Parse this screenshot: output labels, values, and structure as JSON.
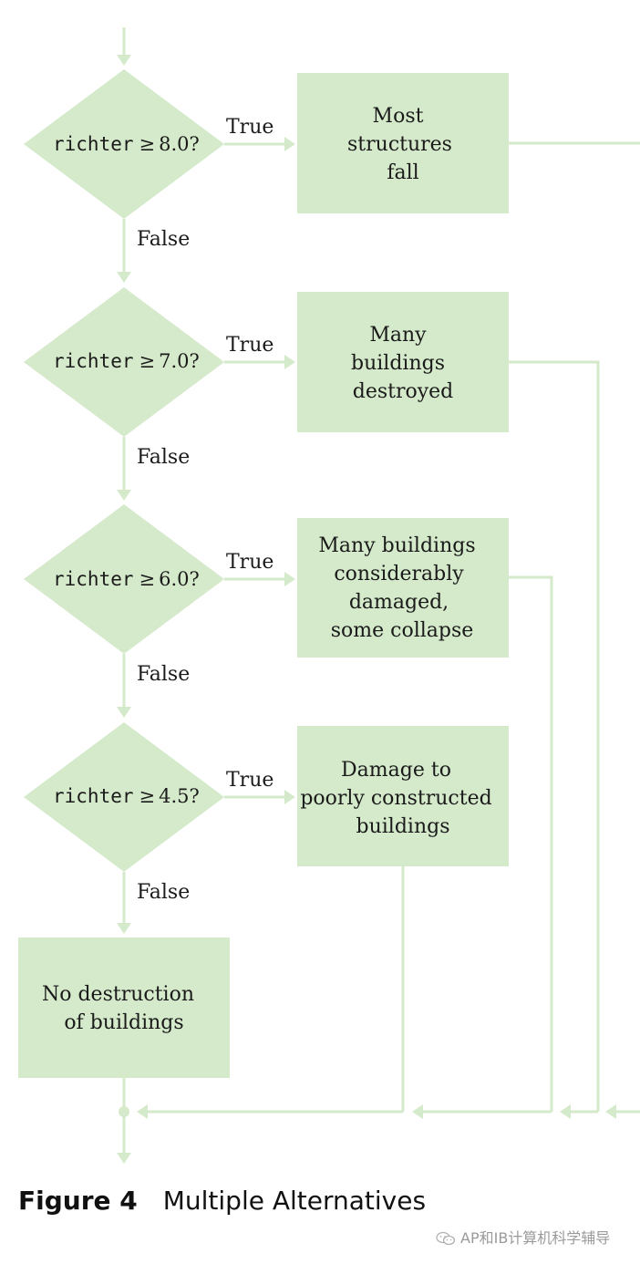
{
  "flowchart": {
    "decisions": [
      {
        "var": "richter",
        "op": "≥",
        "value": "8.0?"
      },
      {
        "var": "richter",
        "op": "≥",
        "value": "7.0?"
      },
      {
        "var": "richter",
        "op": "≥",
        "value": "6.0?"
      },
      {
        "var": "richter",
        "op": "≥",
        "value": "4.5?"
      }
    ],
    "true_label": "True",
    "false_label": "False",
    "outcomes": [
      [
        "Most",
        "structures",
        "fall"
      ],
      [
        "Many",
        "buildings",
        "destroyed"
      ],
      [
        "Many buildings",
        "considerably",
        "damaged,",
        "some collapse"
      ],
      [
        "Damage to",
        "poorly constructed",
        "buildings"
      ]
    ],
    "default_outcome": [
      "No destruction",
      "of buildings"
    ]
  },
  "caption": {
    "number": "Figure 4",
    "title": "Multiple Alternatives"
  },
  "watermark": {
    "text": "AP和IB计算机科学辅导",
    "icon": "wechat-icon"
  }
}
